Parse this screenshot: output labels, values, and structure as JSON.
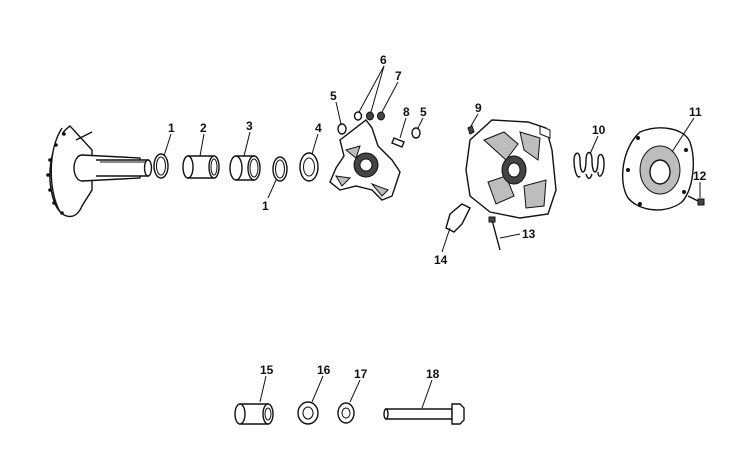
{
  "callouts": [
    {
      "id": "c1a",
      "label": "1"
    },
    {
      "id": "c2",
      "label": "2"
    },
    {
      "id": "c3",
      "label": "3"
    },
    {
      "id": "c1b",
      "label": "1"
    },
    {
      "id": "c4",
      "label": "4"
    },
    {
      "id": "c5a",
      "label": "5"
    },
    {
      "id": "c6",
      "label": "6"
    },
    {
      "id": "c7",
      "label": "7"
    },
    {
      "id": "c8",
      "label": "8"
    },
    {
      "id": "c5b",
      "label": "5"
    },
    {
      "id": "c9",
      "label": "9"
    },
    {
      "id": "c10",
      "label": "10"
    },
    {
      "id": "c11",
      "label": "11"
    },
    {
      "id": "c12",
      "label": "12"
    },
    {
      "id": "c13",
      "label": "13"
    },
    {
      "id": "c14",
      "label": "14"
    },
    {
      "id": "c15",
      "label": "15"
    },
    {
      "id": "c16",
      "label": "16"
    },
    {
      "id": "c17",
      "label": "17"
    },
    {
      "id": "c18",
      "label": "18"
    }
  ]
}
